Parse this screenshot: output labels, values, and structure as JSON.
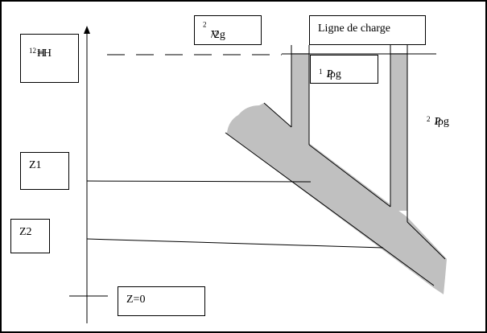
{
  "labels": {
    "h1h2": {
      "H": "H",
      "one": "1",
      "eq": "=H",
      "two": "2"
    },
    "v2": {
      "V": "V",
      "sq": "2",
      "rest": "/2g"
    },
    "ligne": "Ligne de charge",
    "p1": {
      "P": "P",
      "one": "1",
      "rest": "/ρg"
    },
    "p2": {
      "P": "P",
      "two": "2",
      "rest": "/ρg"
    },
    "z1": "Z1",
    "z2": "Z2",
    "z0": "Z=0"
  },
  "colors": {
    "pipe_fill": "#c0c0c0",
    "lines": "#000000",
    "background": "#ffffff"
  }
}
